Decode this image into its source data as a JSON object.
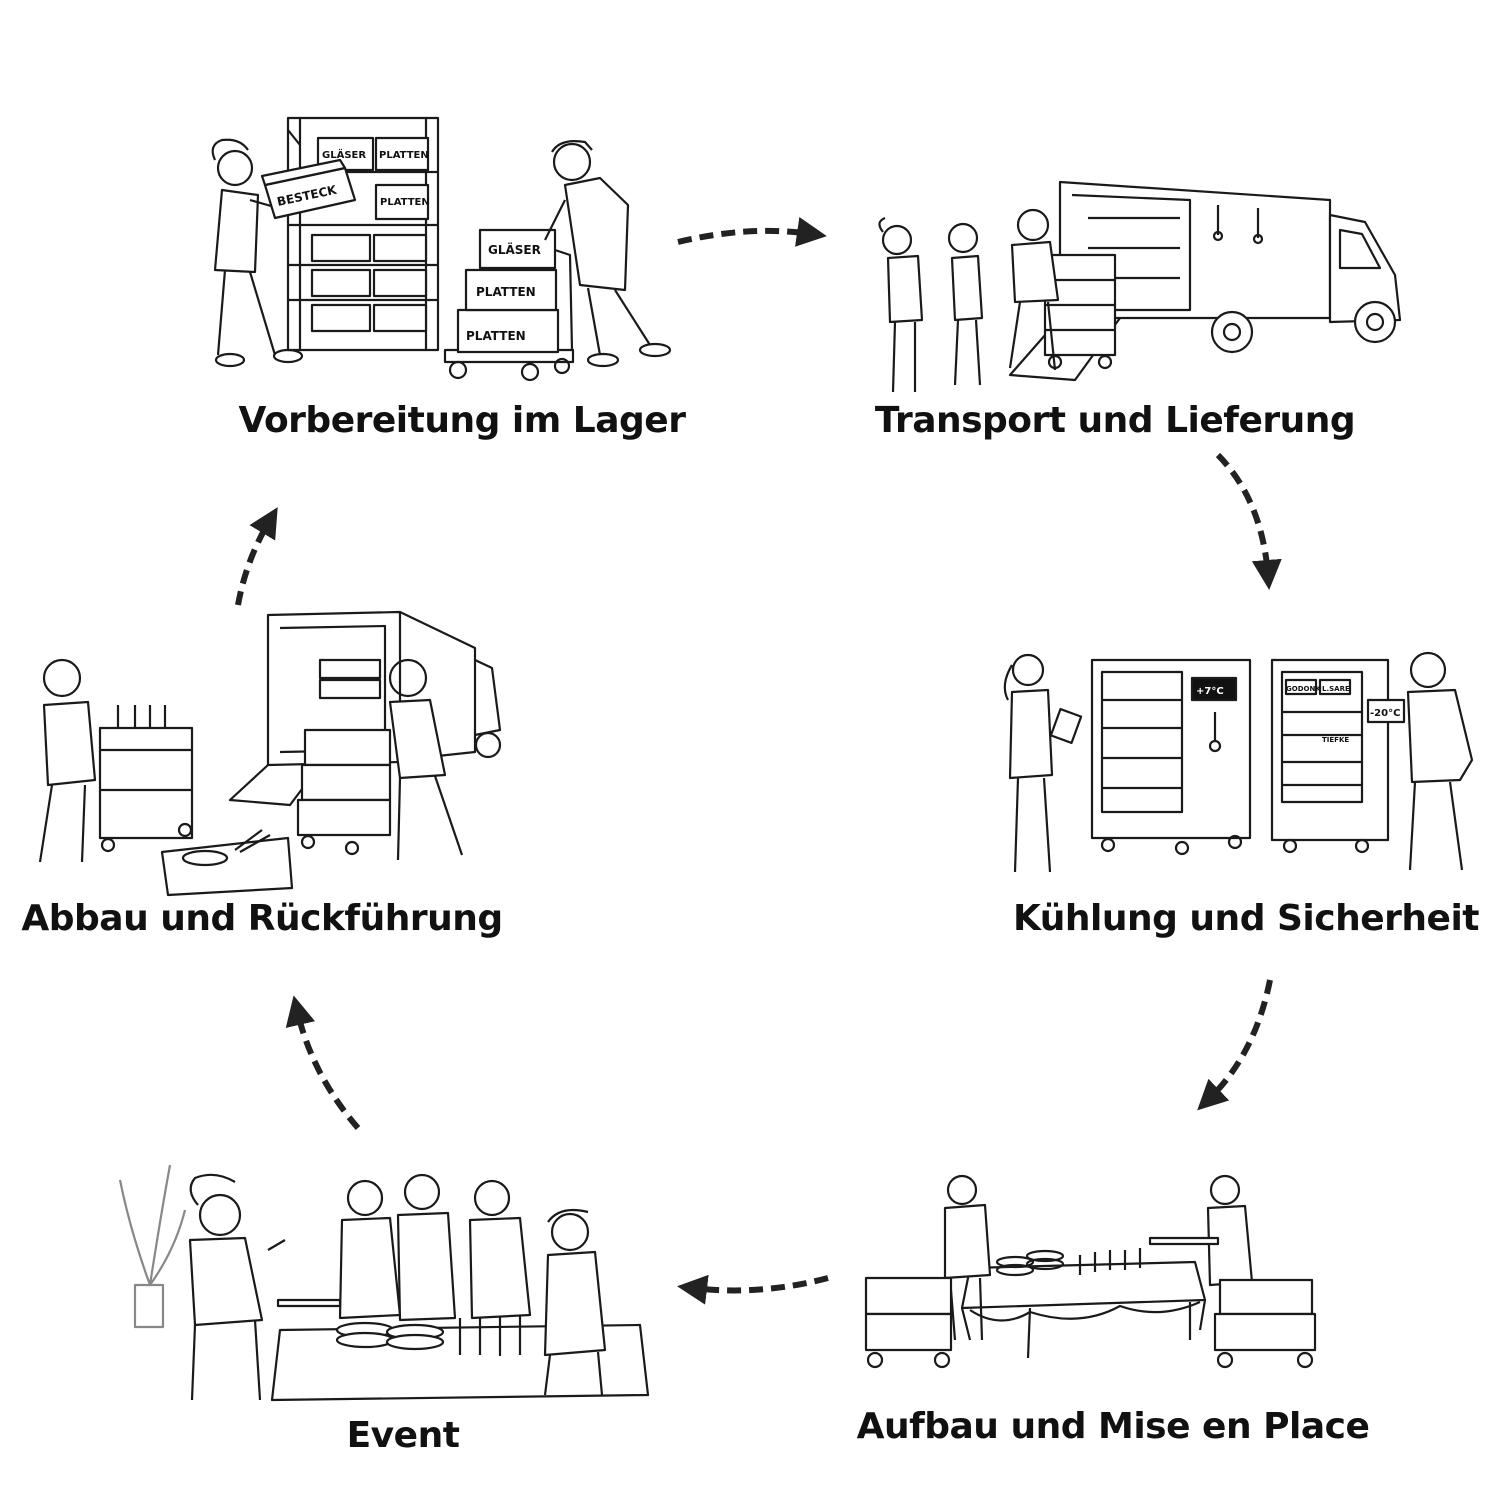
{
  "diagram": {
    "stages": [
      {
        "id": "lager",
        "label": "Vorbereitung im Lager"
      },
      {
        "id": "transport",
        "label": "Transport und Lieferung"
      },
      {
        "id": "kuehlung",
        "label": "Kühlung und Sicherheit"
      },
      {
        "id": "aufbau",
        "label": "Aufbau und Mise en Place"
      },
      {
        "id": "event",
        "label": "Event"
      },
      {
        "id": "abbau",
        "label": "Abbau und Rückführung"
      }
    ],
    "box_labels": {
      "glaeser": "GLÄSER",
      "platten": "PLATTEN",
      "besteck": "BESTECK"
    },
    "fridge_labels": {
      "temp_plus": "+7°C",
      "temp_minus": "-20°C",
      "tag_1": "GODONK",
      "tag_2": "L.SARE",
      "tag_3": "TIEFKE"
    }
  }
}
